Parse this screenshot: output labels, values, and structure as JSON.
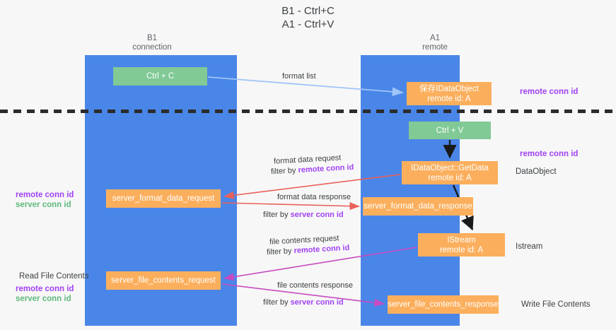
{
  "title": "B1 - Ctrl+C\nA1 - Ctrl+V",
  "columns": {
    "left": "B1\nconnection",
    "right": "A1\nremote"
  },
  "nodes": {
    "ctrl_c": "Ctrl + C",
    "idataobject": "保存IDataObject\nremote id: A",
    "ctrl_v": "Ctrl + V",
    "getdata": "IDataObject::GetData\nremote id: A",
    "server_format_data_request": "server_format_data_request",
    "server_format_data_response": "server_format_data_response",
    "istream": "IStream\nremote id: A",
    "server_file_contents_request": "server_file_contents_request",
    "server_file_contents_response": "server_file_contents_response"
  },
  "side_labels": {
    "dataobject": "DataObject",
    "istream": "Istream",
    "write_file_contents": "Write File Contents",
    "read_file_contents": "Read File Contents"
  },
  "key_labels": {
    "remote_conn_id": "remote conn id",
    "server_conn_id": "server conn id"
  },
  "edges": {
    "format_list": "format list",
    "format_data_request": "format data request",
    "format_data_request_filter_prefix": "filter by ",
    "format_data_request_filter_key": "remote conn id",
    "format_data_response": "format data response",
    "format_data_response_filter_prefix": "filter by ",
    "format_data_response_filter_key": "server conn id",
    "file_contents_request": "file contents request",
    "file_contents_request_filter_prefix": "filter by ",
    "file_contents_request_filter_key": "remote conn id",
    "file_contents_response": "file contents response",
    "file_contents_response_filter_prefix": "filter by ",
    "file_contents_response_filter_key": "server conn id"
  },
  "colors": {
    "lane": "#4a86e8",
    "green_node": "#81c995",
    "orange_node": "#fbaf5d",
    "purple": "#a142f4",
    "green_text": "#5fb97d",
    "arrow_blue": "#9fc5f8",
    "arrow_red": "#e8615a",
    "arrow_magenta": "#c74ac0",
    "arrow_black": "#1a1a1a"
  }
}
